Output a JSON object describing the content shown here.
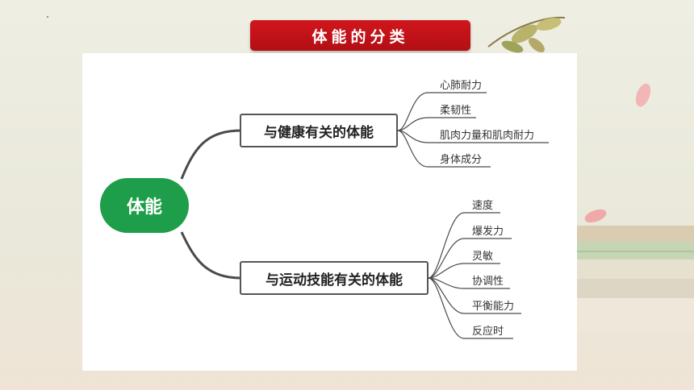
{
  "title": "体能的分类",
  "root": {
    "label": "体能"
  },
  "branches": [
    {
      "label": "与健康有关的体能",
      "leaves": [
        "心肺耐力",
        "柔韧性",
        "肌肉力量和肌肉耐力",
        "身体成分"
      ]
    },
    {
      "label": "与运动技能有关的体能",
      "leaves": [
        "速度",
        "爆发力",
        "灵敏",
        "协调性",
        "平衡能力",
        "反应时"
      ]
    }
  ],
  "colors": {
    "banner": "#c8141a",
    "root": "#1e9e4a",
    "line": "#4a4a4a"
  }
}
